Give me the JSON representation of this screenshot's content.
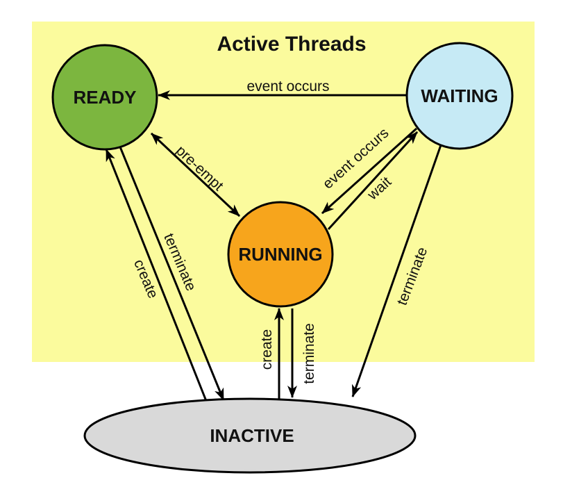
{
  "diagram": {
    "title": "Active Threads",
    "colors": {
      "canvas": "#FFFFFF",
      "active_region": "#FBFB9D",
      "outline": "#000000",
      "arrow": "#000000"
    },
    "nodes": [
      {
        "id": "ready",
        "label": "READY",
        "color": "#7CB63F"
      },
      {
        "id": "running",
        "label": "RUNNING",
        "color": "#F7A51C"
      },
      {
        "id": "waiting",
        "label": "WAITING",
        "color": "#C6EAF5"
      },
      {
        "id": "inactive",
        "label": "INACTIVE",
        "color": "#D9D9D9"
      }
    ],
    "transitions": [
      {
        "from": "WAITING",
        "to": "READY",
        "label": "event occurs",
        "bidirectional": false
      },
      {
        "from": "RUNNING",
        "to": "READY",
        "label": "pre-empt",
        "bidirectional": true
      },
      {
        "from": "WAITING",
        "to": "RUNNING",
        "label": "event occurs",
        "bidirectional": false
      },
      {
        "from": "RUNNING",
        "to": "WAITING",
        "label": "wait",
        "bidirectional": false
      },
      {
        "from": "INACTIVE",
        "to": "READY",
        "label": "create",
        "bidirectional": false
      },
      {
        "from": "READY",
        "to": "INACTIVE",
        "label": "terminate",
        "bidirectional": false
      },
      {
        "from": "INACTIVE",
        "to": "RUNNING",
        "label": "create",
        "bidirectional": false
      },
      {
        "from": "RUNNING",
        "to": "INACTIVE",
        "label": "terminate",
        "bidirectional": false
      },
      {
        "from": "WAITING",
        "to": "INACTIVE",
        "label": "terminate",
        "bidirectional": false
      }
    ]
  }
}
